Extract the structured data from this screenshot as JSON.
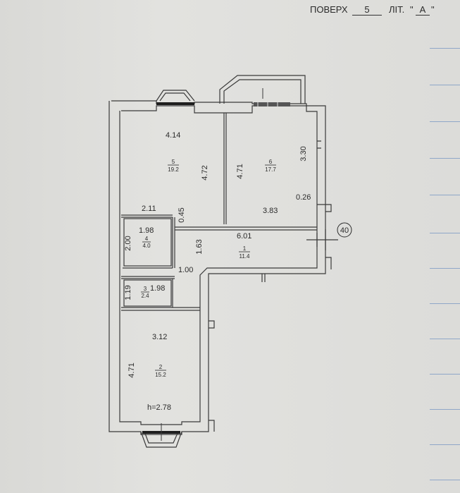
{
  "header": {
    "floor_label": "ПОВЕРХ",
    "floor_value": "5",
    "lit_label": "ЛІТ.",
    "lit_value": "А"
  },
  "plan": {
    "marker": "40",
    "rooms": [
      {
        "number": "1",
        "area": "11.4"
      },
      {
        "number": "2",
        "area": "15.2"
      },
      {
        "number": "3",
        "area": "2.4"
      },
      {
        "number": "4",
        "area": "4.0"
      },
      {
        "number": "5",
        "area": "19.2"
      },
      {
        "number": "6",
        "area": "17.7"
      }
    ],
    "dimensions": {
      "r5_width": "4.14",
      "r5_length": "4.72",
      "r6_length_left": "4.71",
      "r6_top_right": "3.30",
      "r6_width": "3.83",
      "r6_offset": "0.26",
      "hall_width_top": "2.11",
      "hall_small": "0.45",
      "r4_width": "1.98",
      "r4_length": "2.00",
      "hall_length": "6.01",
      "hall_width": "1.63",
      "corridor_width": "1.00",
      "r3_width": "1.98",
      "r3_length": "1.19",
      "r2_width": "3.12",
      "r2_length": "4.71",
      "ceiling_height": "h=2.78"
    }
  }
}
